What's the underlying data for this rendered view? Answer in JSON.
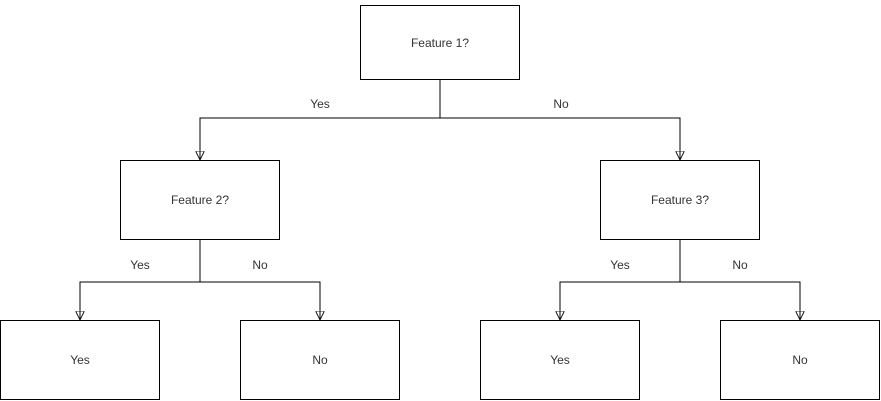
{
  "diagram": {
    "type": "decision-tree",
    "colors": {
      "background": "#ffffff",
      "stroke": "#000000",
      "text": "#333333"
    },
    "nodes": [
      {
        "id": "feature1",
        "label": "Feature 1?",
        "role": "decision"
      },
      {
        "id": "feature2",
        "label": "Feature 2?",
        "role": "decision"
      },
      {
        "id": "feature3",
        "label": "Feature 3?",
        "role": "decision"
      },
      {
        "id": "leaf-left-yes",
        "label": "Yes",
        "role": "leaf"
      },
      {
        "id": "leaf-left-no",
        "label": "No",
        "role": "leaf"
      },
      {
        "id": "leaf-right-yes",
        "label": "Yes",
        "role": "leaf"
      },
      {
        "id": "leaf-right-no",
        "label": "No",
        "role": "leaf"
      }
    ],
    "edges": [
      {
        "from": "feature1",
        "to": "feature2",
        "label": "Yes"
      },
      {
        "from": "feature1",
        "to": "feature3",
        "label": "No"
      },
      {
        "from": "feature2",
        "to": "leaf-left-yes",
        "label": "Yes"
      },
      {
        "from": "feature2",
        "to": "leaf-left-no",
        "label": "No"
      },
      {
        "from": "feature3",
        "to": "leaf-right-yes",
        "label": "Yes"
      },
      {
        "from": "feature3",
        "to": "leaf-right-no",
        "label": "No"
      }
    ]
  }
}
